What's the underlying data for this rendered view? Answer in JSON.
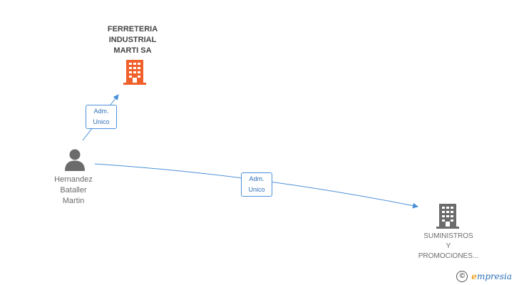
{
  "nodes": {
    "company_main": {
      "line1": "FERRETERIA",
      "line2": "INDUSTRIAL",
      "line3": "MARTI SA",
      "color": "#f0602a"
    },
    "person": {
      "line1": "Hernandez",
      "line2": "Bataller",
      "line3": "Martin"
    },
    "company_2": {
      "line1": "SUMINISTROS",
      "line2": "Y",
      "line3": "PROMOCIONES...",
      "color": "#6b6b6b"
    }
  },
  "edges": [
    {
      "line1": "Adm.",
      "line2": "Unico"
    },
    {
      "line1": "Adm.",
      "line2": "Unico"
    }
  ],
  "colors": {
    "edge": "#4a90d9",
    "person_icon": "#6b6b6b"
  },
  "footer": {
    "copyright": "©",
    "brand_rest": "mpresia"
  }
}
